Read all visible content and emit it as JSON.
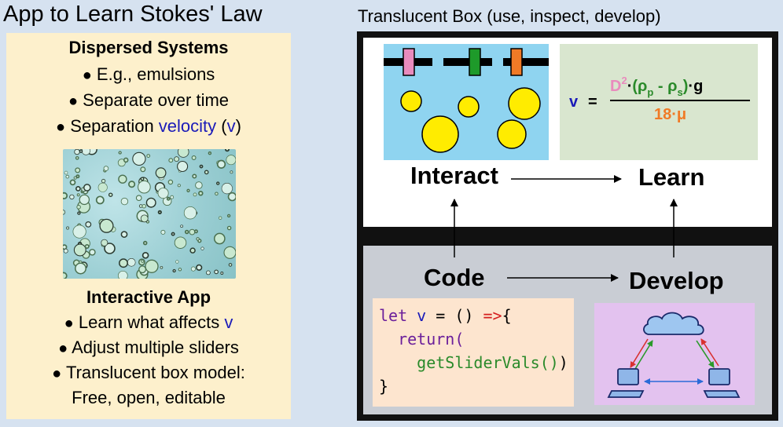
{
  "left": {
    "title": "App to Learn Stokes' Law",
    "section1": {
      "heading": "Dispersed Systems",
      "bullets": [
        "E.g., emulsions",
        "Separate over time"
      ],
      "bullet3_prefix": "Separation ",
      "bullet3_word": "velocity",
      "bullet3_open": " (",
      "bullet3_var": "v",
      "bullet3_close": ")"
    },
    "section2": {
      "heading": "Interactive App",
      "bullet1_prefix": "Learn what affects ",
      "bullet1_var": "v",
      "bullet2": "Adjust multiple sliders",
      "bullet3": "Translucent box model:",
      "bullet3_cont": "Free, open, editable"
    },
    "bullet_char": "●"
  },
  "right": {
    "title": "Translucent Box (use, inspect, develop)",
    "labels": {
      "interact": "Interact",
      "learn": "Learn",
      "code": "Code",
      "develop": "Develop"
    },
    "equation": {
      "lhs": "v",
      "equals": "=",
      "D": "D",
      "exp": "2",
      "dot1": "·",
      "open": "(",
      "rho": "ρ",
      "sub_p": "p",
      "minus": " - ",
      "sub_s": "s",
      "close": ")",
      "dot2": "·",
      "g": "g",
      "den_num": "18",
      "dot3": "·",
      "mu": "μ"
    },
    "code": {
      "l1_kw": "let",
      "l1_var": " v",
      "l1_mid": " = () ",
      "l1_arrow": "=>",
      "l1_brace": "{",
      "l2": "  return(",
      "l3": "    getSliderVals()",
      "l3_close": ")",
      "l4": "}"
    },
    "colors": {
      "slider_pink": "#e98bbd",
      "slider_green": "#1e9a2a",
      "slider_orange": "#f07a26",
      "bubble": "#ffec00"
    }
  }
}
